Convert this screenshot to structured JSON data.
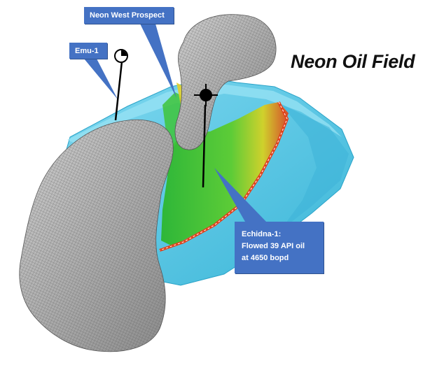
{
  "title": "Neon Oil Field",
  "callouts": {
    "neon_west": "Neon West Prospect",
    "emu": "Emu-1",
    "echidna_line1": "Echidna-1:",
    "echidna_line2": "Flowed 39 API oil",
    "echidna_line3": "at 4650 bopd"
  },
  "colors": {
    "callout_fill": "#4472c4",
    "reservoir_cyan": "#54c6e6",
    "oil_green": "#2fbf2a",
    "oil_edge_yellow": "#e8d21a",
    "oil_edge_red": "#e0421c",
    "salt_body_grey": "#a8a8a8",
    "well_black": "#000000"
  },
  "icons": {
    "emu_well_symbol": "dry-hole-circle-icon",
    "echidna_well_symbol": "oil-well-crosshair-icon"
  }
}
